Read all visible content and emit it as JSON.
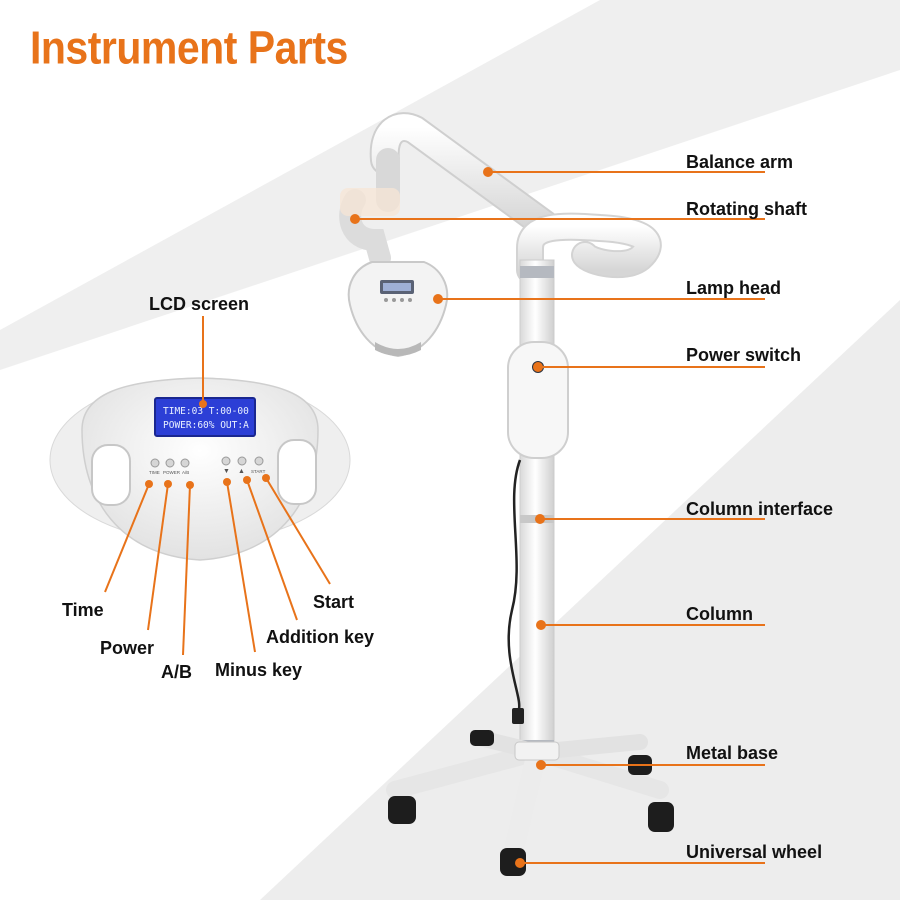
{
  "title": "Instrument Parts",
  "colors": {
    "accent": "#e8731a",
    "background": "#ffffff",
    "background_band": "#ededed",
    "device_white": "#f4f4f4",
    "lcd_blue": "#2c3fd6"
  },
  "labels": {
    "balance_arm": "Balance arm",
    "rotating_shaft": "Rotating shaft",
    "lamp_head": "Lamp head",
    "power_switch": "Power switch",
    "column_interface": "Column interface",
    "column": "Column",
    "metal_base": "Metal base",
    "universal_wheel": "Universal wheel",
    "lcd_screen": "LCD screen",
    "time": "Time",
    "power": "Power",
    "ab": "A/B",
    "minus_key": "Minus key",
    "addition_key": "Addition key",
    "start": "Start"
  },
  "lcd": {
    "line1": "TIME:03 T:00-00",
    "line2": "POWER:60% OUT:A"
  },
  "panel_keys": {
    "time": "TIME",
    "power": "POWER",
    "ab": "A/B",
    "minus": "▼",
    "plus": "▲",
    "start": "START"
  }
}
